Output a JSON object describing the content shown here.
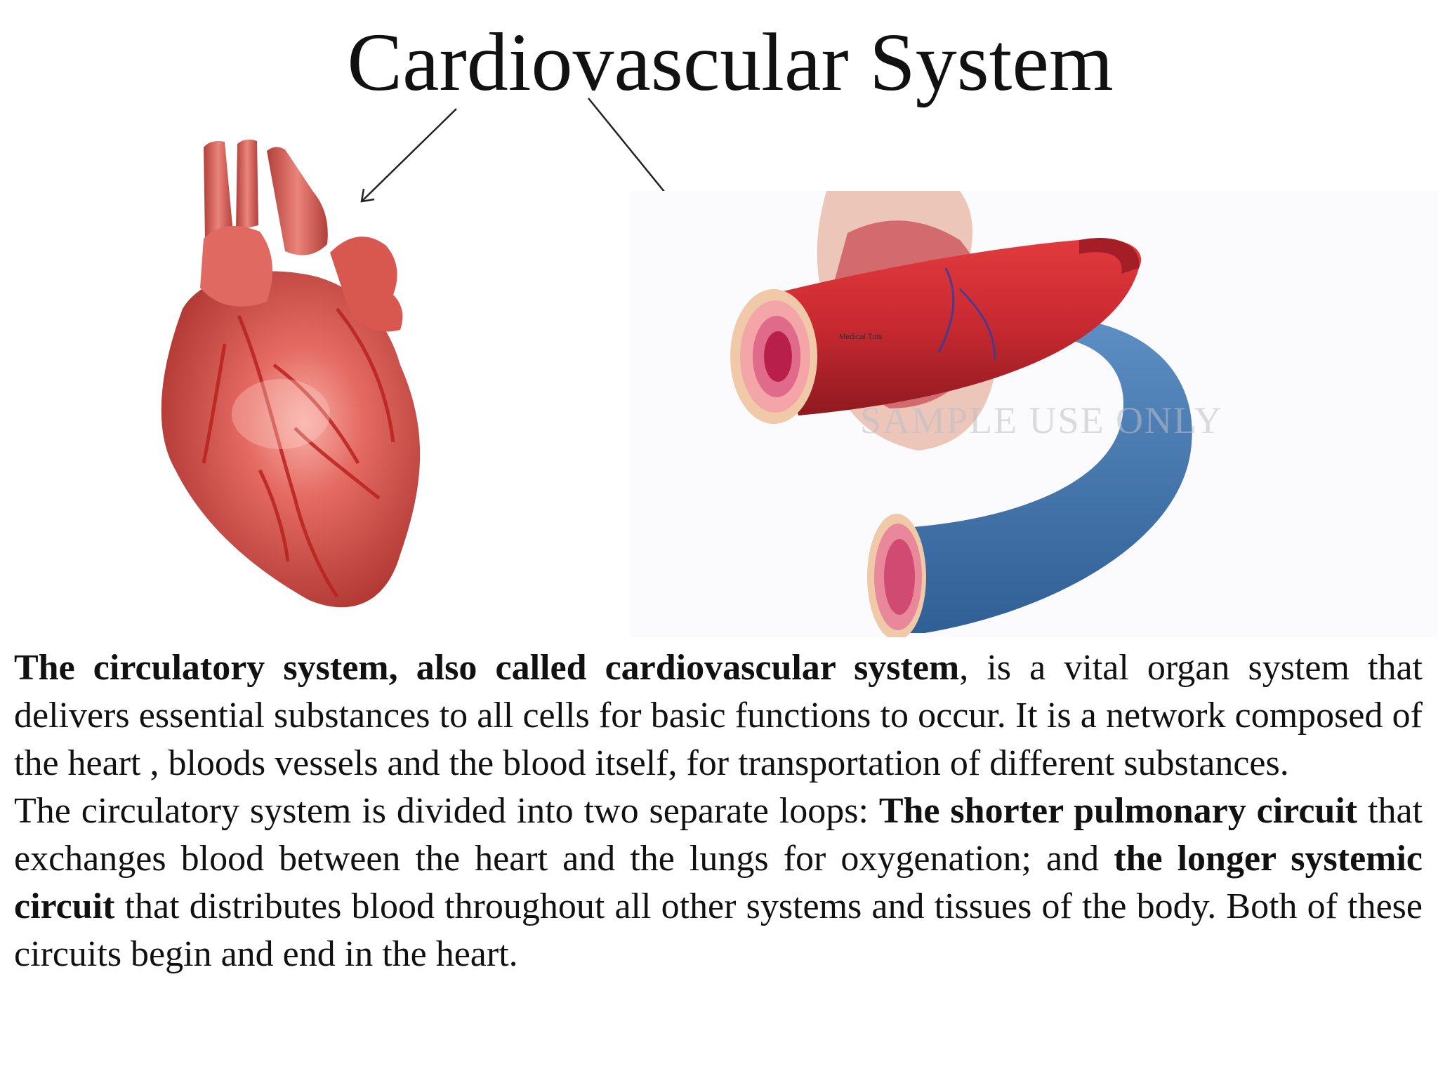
{
  "slide": {
    "title": "Cardiovascular System"
  },
  "images": {
    "heart_label": "Medical Tuts",
    "watermark": "SAMPLE USE ONLY"
  },
  "paragraph1": {
    "bold_lead": "The circulatory system, also called cardiovascular system",
    "rest": ",  is a vital organ system that delivers essential substances to all cells for basic functions to occur. It is a network composed of the heart , bloods vessels and the blood itself, for transportation of different substances."
  },
  "paragraph2": {
    "part1": "The circulatory system is divided into two separate loops: ",
    "bold1": "The shorter pulmonary circuit",
    "part2": " that exchanges blood between the heart and the lungs for oxygenation; and ",
    "bold2": "the longer systemic circuit",
    "part3": " that distributes blood throughout all other systems and tissues of the body. Both of these circuits begin and end in the heart."
  },
  "colors": {
    "heart": "#d9534f",
    "artery": "#c0262d",
    "vein": "#3f72a8"
  }
}
